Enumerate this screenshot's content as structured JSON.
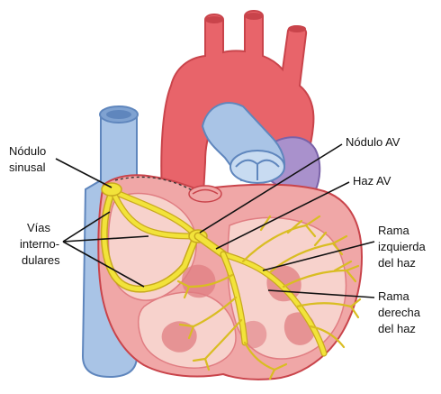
{
  "labels": {
    "nodulo_sinusal": [
      "Nódulo",
      "sinusal"
    ],
    "vias_internodulares": [
      "Vías",
      "interno-",
      "dulares"
    ],
    "nodulo_av": "Nódulo AV",
    "haz_av": "Haz AV",
    "rama_izquierda": [
      "Rama",
      "izquierda",
      "del haz"
    ],
    "rama_derecha": [
      "Rama",
      "derecha",
      "del haz"
    ]
  },
  "colors": {
    "aorta_red": "#e8646a",
    "aorta_dark": "#c9444b",
    "vein_blue": "#a9c4e6",
    "vein_dark": "#5f86bd",
    "pulmonary_purple": "#a991cc",
    "myocardium_pink": "#f0a7a7",
    "chamber_pink": "#f7d2cc",
    "muscle_deep": "#e07d82",
    "conduction_yellow": "#f2e33a",
    "conduction_outline": "#c8a91e"
  }
}
